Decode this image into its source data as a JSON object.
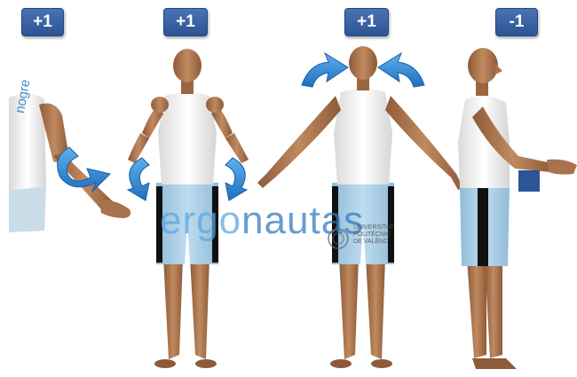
{
  "badges": {
    "panel_1": "+1",
    "panel_2": "+1",
    "panel_3": "+1",
    "panel_4": "-1"
  },
  "shirt_print": "nogre",
  "watermark": {
    "brand_light": "ergo",
    "brand_dark": "nautas",
    "university_line_1": "UNIVERSITAT",
    "university_line_2": "POLITÈCNIC",
    "university_line_3": "DE VALÈNC"
  },
  "colors": {
    "badge": "#2d5596",
    "arrow": "#2f87d6",
    "skin": "#b07a52",
    "shirt": "#f3f3f3",
    "shorts": "#a9cfe7",
    "shorts_stripe": "#111111",
    "watermark": "#3d8fd1"
  }
}
